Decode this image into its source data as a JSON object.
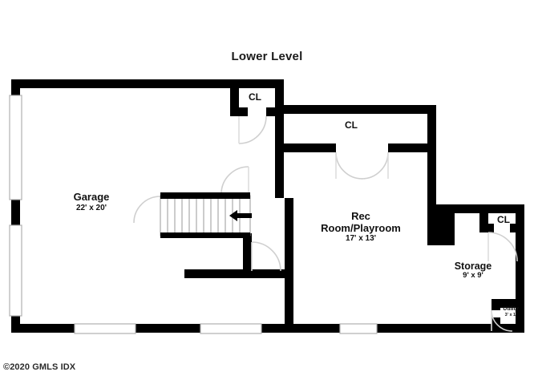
{
  "title": "Lower Level",
  "copyright": "©2020 GMLS IDX",
  "rooms": [
    {
      "name": "Garage",
      "dimensions": "22' x 20'"
    },
    {
      "name": "Rec\nRoom/Playroom",
      "line1": "Rec",
      "line2": "Room/Playroom",
      "dimensions": "17' x 13'"
    },
    {
      "name": "Storage",
      "dimensions": "9' x 9'"
    },
    {
      "name": "Utility",
      "dimensions": "3' x 1'"
    }
  ],
  "rec_room": {
    "line1": "Rec",
    "line2": "Room/Playroom",
    "dimensions": "17' x 13'"
  },
  "garage": {
    "name": "Garage",
    "dimensions": "22' x 20'"
  },
  "storage": {
    "name": "Storage",
    "dimensions": "9' x 9'"
  },
  "utility": {
    "name": "Utility",
    "dimensions": "3' x 1'"
  },
  "closets": [
    {
      "label": "CL",
      "location": "upper-center"
    },
    {
      "label": "CL",
      "location": "upper-right"
    },
    {
      "label": "CL",
      "location": "storage-top-right"
    }
  ],
  "features": {
    "stair_direction_icon": "arrow-left-icon",
    "stair_tread_count": 13,
    "windows_left_wall": 2,
    "windows_bottom_wall": 3,
    "doors": 6
  },
  "colors": {
    "wall": "#000000",
    "background": "#ffffff",
    "text": "#111111",
    "door_arc": "#cfcfcf",
    "window_outline": "#b8b8b8"
  }
}
